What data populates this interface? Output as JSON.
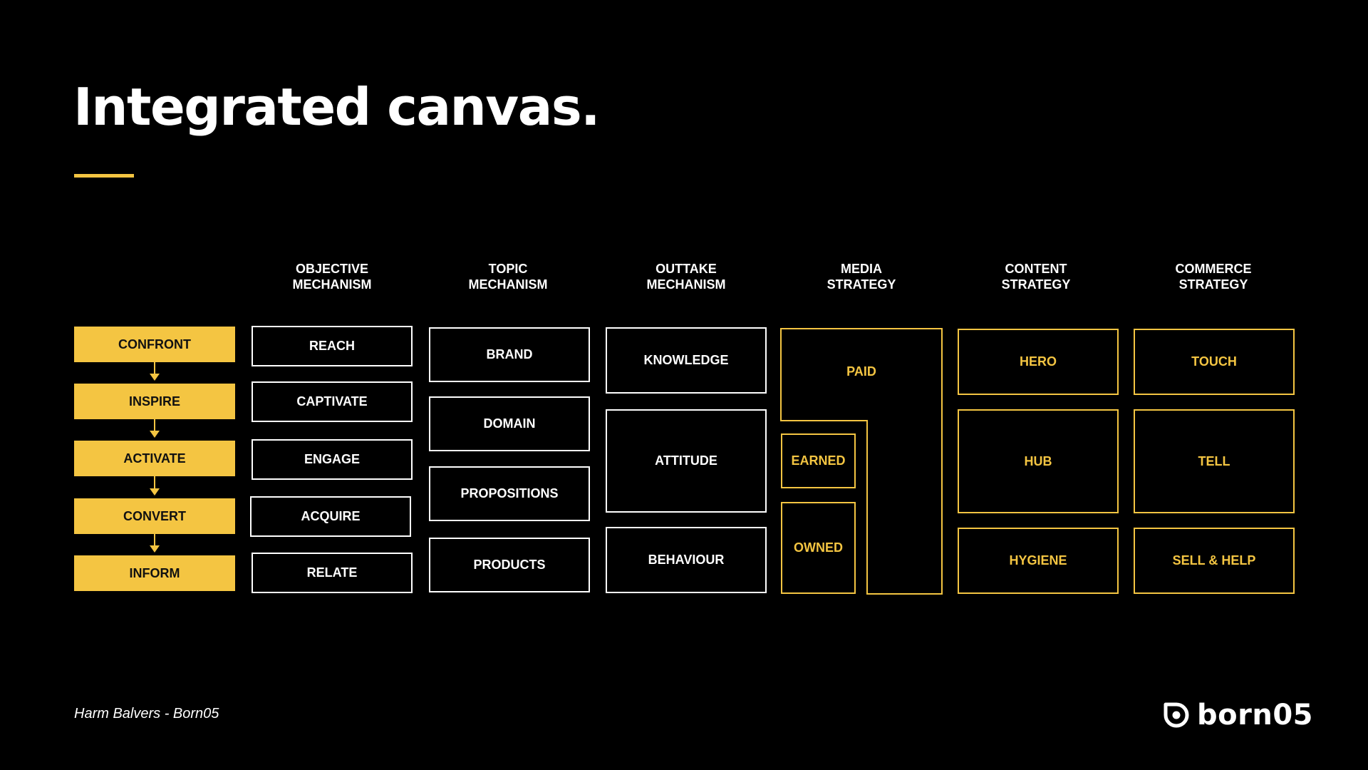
{
  "title": "Integrated canvas.",
  "columns": [
    {
      "heading": "OBJECTIVE\nMECHANISM"
    },
    {
      "heading": "TOPIC\nMECHANISM"
    },
    {
      "heading": "OUTTAKE\nMECHANISM"
    },
    {
      "heading": "MEDIA\nSTRATEGY"
    },
    {
      "heading": "CONTENT\nSTRATEGY"
    },
    {
      "heading": "COMMERCE\nSTRATEGY"
    }
  ],
  "funnel": [
    "CONFRONT",
    "INSPIRE",
    "ACTIVATE",
    "CONVERT",
    "INFORM"
  ],
  "objective": [
    "REACH",
    "CAPTIVATE",
    "ENGAGE",
    "ACQUIRE",
    "RELATE"
  ],
  "topic": [
    "BRAND",
    "DOMAIN",
    "PROPOSITIONS",
    "PRODUCTS"
  ],
  "outtake": [
    "KNOWLEDGE",
    "ATTITUDE",
    "BEHAVIOUR"
  ],
  "media": {
    "paid": "PAID",
    "earned": "EARNED",
    "owned": "OWNED"
  },
  "content": [
    "HERO",
    "HUB",
    "HYGIENE"
  ],
  "commerce": [
    "TOUCH",
    "TELL",
    "SELL & HELP"
  ],
  "footer": "Harm Balvers - Born05",
  "logo_text": "born05",
  "colors": {
    "accent": "#f4c542",
    "background": "#000000",
    "box_outline": "#ffffff"
  }
}
